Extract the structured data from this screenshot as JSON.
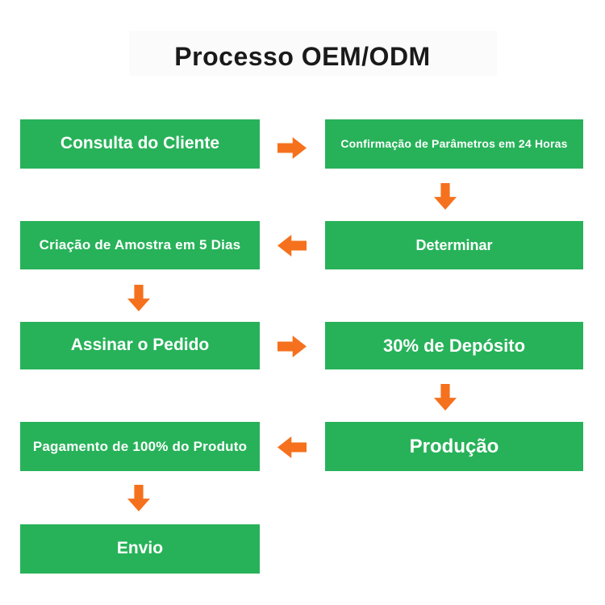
{
  "title": "Processo OEM/ODM",
  "colors": {
    "green": "#27b259",
    "orange": "#f5711d",
    "title-color": "#1a1a1a",
    "box-text": "#ffffff",
    "band": "#fbfbfb"
  },
  "steps": [
    {
      "label": "Consulta do Cliente"
    },
    {
      "label": "Confirmação de Parâmetros em 24 Horas"
    },
    {
      "label": "Criação de Amostra em 5 Dias"
    },
    {
      "label": "Determinar"
    },
    {
      "label": "Assinar o Pedido"
    },
    {
      "label": "30% de Depósito"
    },
    {
      "label": "Pagamento de 100% do Produto"
    },
    {
      "label": "Produção"
    },
    {
      "label": "Envio"
    }
  ],
  "connectors": [
    {
      "from": "Consulta do Cliente",
      "to": "Confirmação de Parâmetros em 24 Horas",
      "direction": "right"
    },
    {
      "from": "Confirmação de Parâmetros em 24 Horas",
      "to": "Determinar",
      "direction": "down"
    },
    {
      "from": "Determinar",
      "to": "Criação de Amostra em 5 Dias",
      "direction": "left"
    },
    {
      "from": "Criação de Amostra em 5 Dias",
      "to": "Assinar o Pedido",
      "direction": "down"
    },
    {
      "from": "Assinar o Pedido",
      "to": "30% de Depósito",
      "direction": "right"
    },
    {
      "from": "30% de Depósito",
      "to": "Produção",
      "direction": "down"
    },
    {
      "from": "Produção",
      "to": "Pagamento de 100% do Produto",
      "direction": "left"
    },
    {
      "from": "Pagamento de 100% do Produto",
      "to": "Envio",
      "direction": "down"
    }
  ]
}
